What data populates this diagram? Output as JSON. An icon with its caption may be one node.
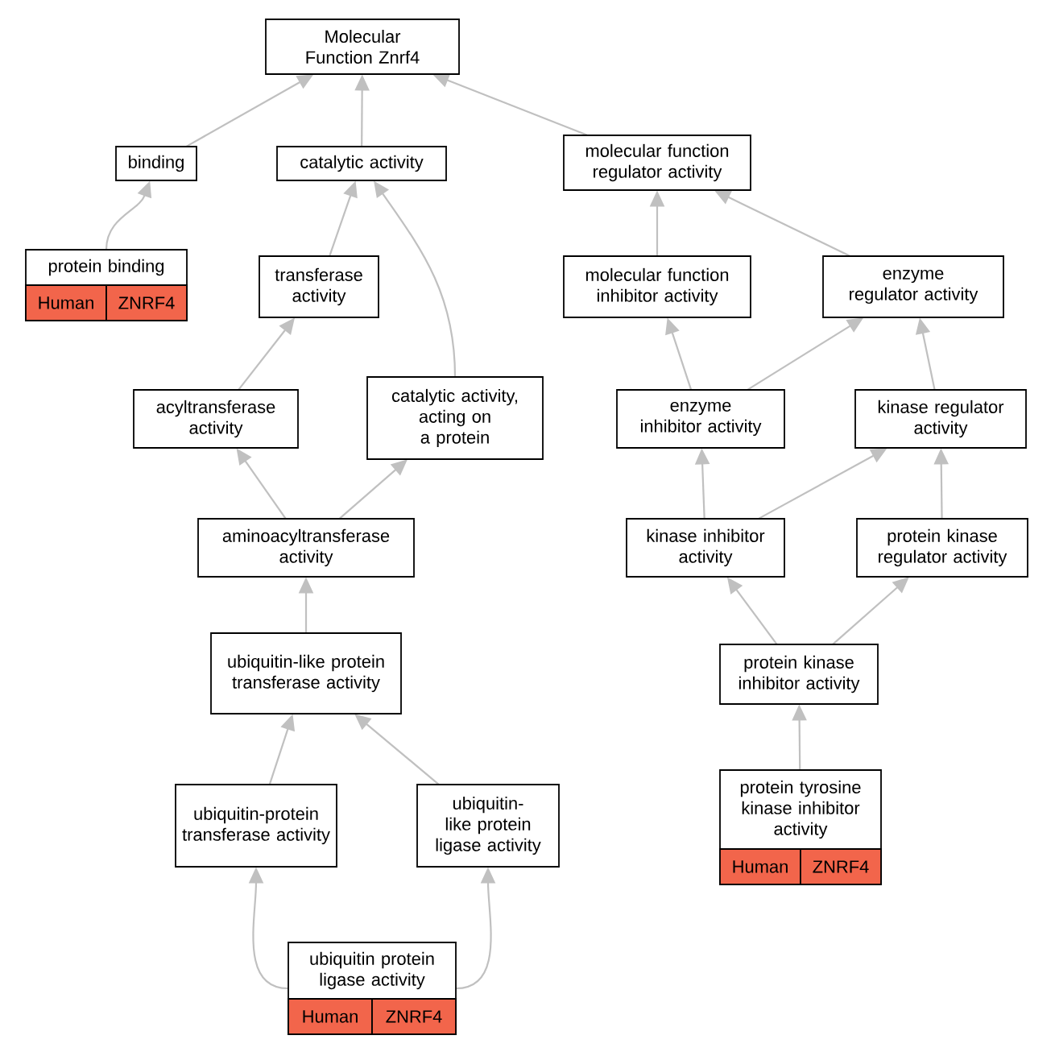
{
  "diagram": {
    "nodes": [
      {
        "text": [
          "Molecular Function Znrf4"
        ]
      },
      {
        "text": [
          "binding"
        ]
      },
      {
        "text": [
          "catalytic activity"
        ]
      },
      {
        "text": [
          "molecular function regulator activity"
        ]
      },
      {
        "text": [
          "protein binding",
          "Human",
          "ZNRF4"
        ]
      },
      {
        "text": [
          "transferase activity"
        ]
      },
      {
        "text": [
          "molecular function inhibitor activity"
        ]
      },
      {
        "text": [
          "enzyme regulator activity"
        ]
      },
      {
        "text": [
          "acyltransferase activity"
        ]
      },
      {
        "text": [
          "catalytic activity, acting on a protein"
        ]
      },
      {
        "text": [
          "enzyme inhibitor activity"
        ]
      },
      {
        "text": [
          "kinase regulator activity"
        ]
      },
      {
        "text": [
          "aminoacyltransferase activity"
        ]
      },
      {
        "text": [
          "kinase inhibitor activity"
        ]
      },
      {
        "text": [
          "protein kinase regulator activity"
        ]
      },
      {
        "text": [
          "ubiquitin-like protein transferase activity"
        ]
      },
      {
        "text": [
          "protein kinase inhibitor activity"
        ]
      },
      {
        "text": [
          "ubiquitin-protein transferase activity"
        ]
      },
      {
        "text": [
          "ubiquitin-like protein ligase activity"
        ]
      },
      {
        "text": [
          "protein tyrosine kinase inhibitor activity",
          "Human",
          "ZNRF4"
        ]
      },
      {
        "text": [
          "ubiquitin protein ligase activity",
          "Human",
          "ZNRF4"
        ]
      }
    ],
    "edges": [
      {
        "from": 1,
        "to": 0,
        "arrow": "to"
      },
      {
        "from": 2,
        "to": 0,
        "arrow": "to"
      },
      {
        "from": 3,
        "to": 0,
        "arrow": "to"
      },
      {
        "from": 4,
        "to": 1,
        "arrow": "to"
      },
      {
        "from": 5,
        "to": 2,
        "arrow": "to"
      },
      {
        "from": 9,
        "to": 2,
        "arrow": "to"
      },
      {
        "from": 6,
        "to": 3,
        "arrow": "to"
      },
      {
        "from": 7,
        "to": 3,
        "arrow": "to"
      },
      {
        "from": 8,
        "to": 5,
        "arrow": "to"
      },
      {
        "from": 12,
        "to": 8,
        "arrow": "to"
      },
      {
        "from": 12,
        "to": 9,
        "arrow": "to"
      },
      {
        "from": 10,
        "to": 6,
        "arrow": "to"
      },
      {
        "from": 10,
        "to": 7,
        "arrow": "to"
      },
      {
        "from": 11,
        "to": 7,
        "arrow": "to"
      },
      {
        "from": 13,
        "to": 10,
        "arrow": "to"
      },
      {
        "from": 13,
        "to": 11,
        "arrow": "to"
      },
      {
        "from": 14,
        "to": 11,
        "arrow": "to"
      },
      {
        "from": 15,
        "to": 12,
        "arrow": "to"
      },
      {
        "from": 16,
        "to": 13,
        "arrow": "to"
      },
      {
        "from": 16,
        "to": 14,
        "arrow": "to"
      },
      {
        "from": 17,
        "to": 15,
        "arrow": "to"
      },
      {
        "from": 18,
        "to": 15,
        "arrow": "to"
      },
      {
        "from": 19,
        "to": 16,
        "arrow": "to"
      },
      {
        "from": 20,
        "to": 17,
        "arrow": "to"
      },
      {
        "from": 20,
        "to": 18,
        "arrow": "to"
      }
    ]
  }
}
